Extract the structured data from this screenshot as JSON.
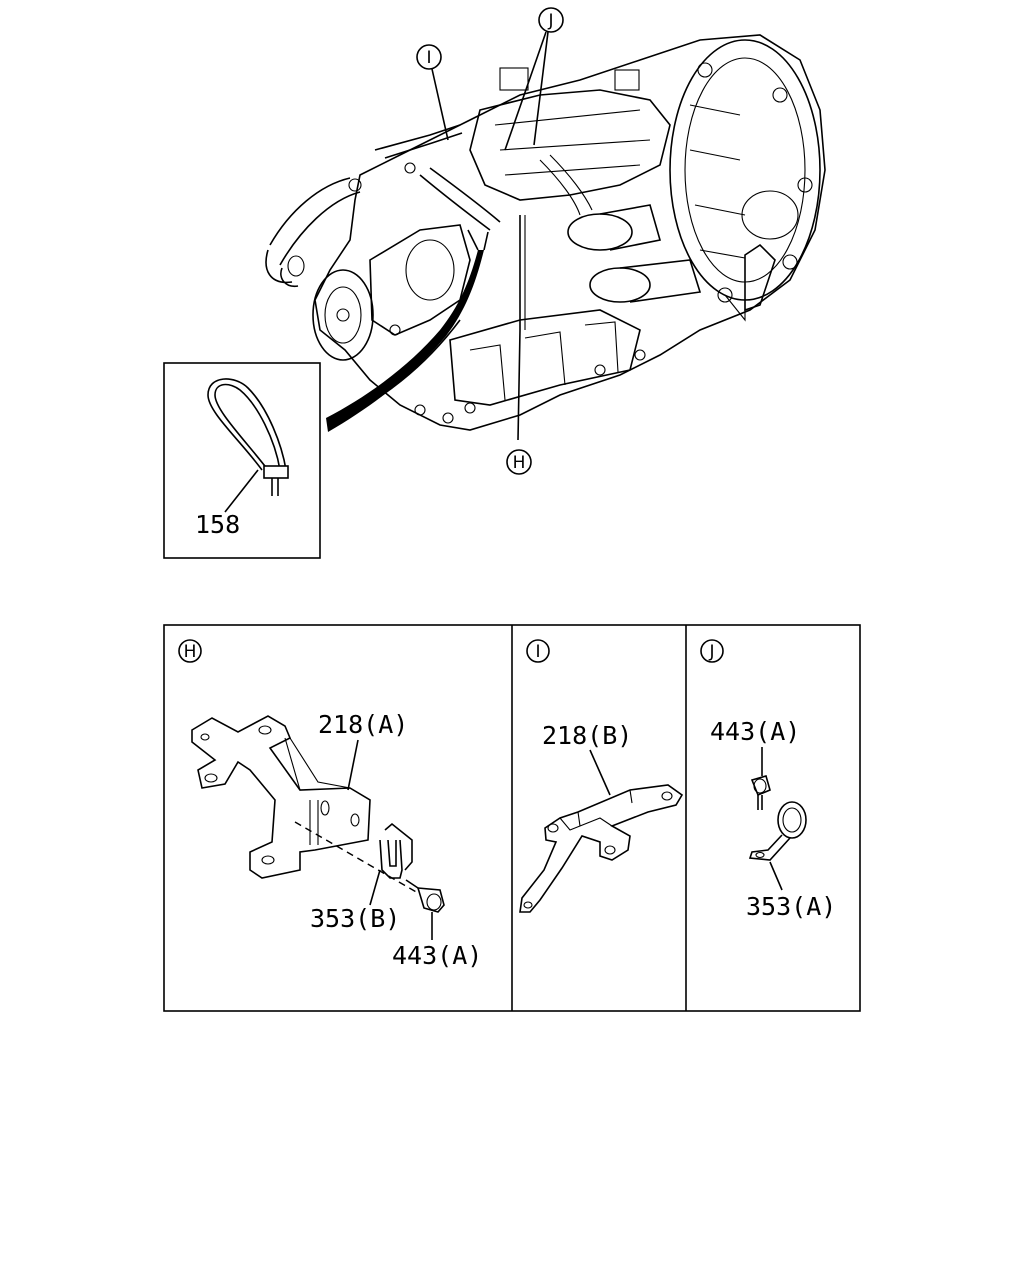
{
  "callouts": {
    "top_i": "I",
    "top_j": "J",
    "top_h": "H",
    "inset_part": "158"
  },
  "panels": {
    "h": {
      "marker": "H",
      "labels": {
        "bracket": "218(A)",
        "clip": "353(B)",
        "bolt": "443(A)"
      }
    },
    "i": {
      "marker": "I",
      "labels": {
        "bracket": "218(B)"
      }
    },
    "j": {
      "marker": "J",
      "labels": {
        "bolt": "443(A)",
        "clip": "353(A)"
      }
    }
  }
}
